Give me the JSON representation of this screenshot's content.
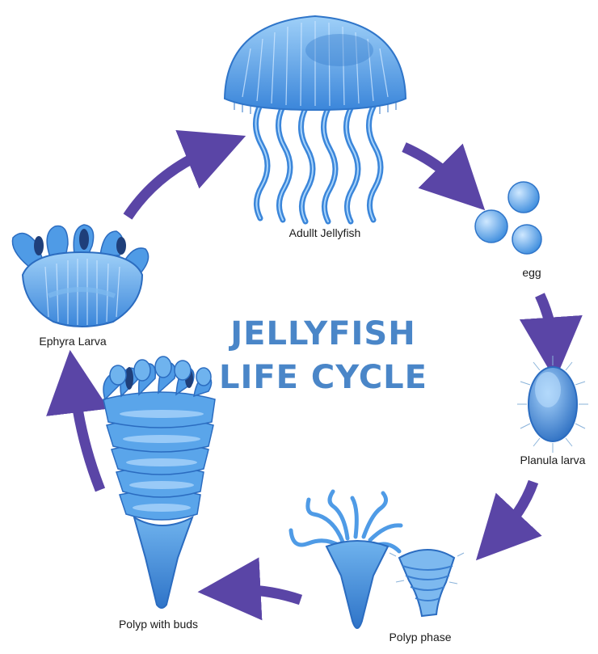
{
  "title": {
    "line1": "JELLYFISH",
    "line2": "LIFE CYCLE"
  },
  "stages": [
    {
      "label": "Adullt Jellyfish"
    },
    {
      "label": "egg"
    },
    {
      "label": "Planula larva"
    },
    {
      "label": "Polyp phase"
    },
    {
      "label": "Polyp with buds"
    },
    {
      "label": "Ephyra Larva"
    }
  ],
  "colors": {
    "arrow": "#5a45a6",
    "title": "#4a86c8",
    "body_light": "#8ec6f4",
    "body_mid": "#4f9be6",
    "body_dark": "#2b6cc0",
    "accent_dark": "#1f3f7a"
  }
}
